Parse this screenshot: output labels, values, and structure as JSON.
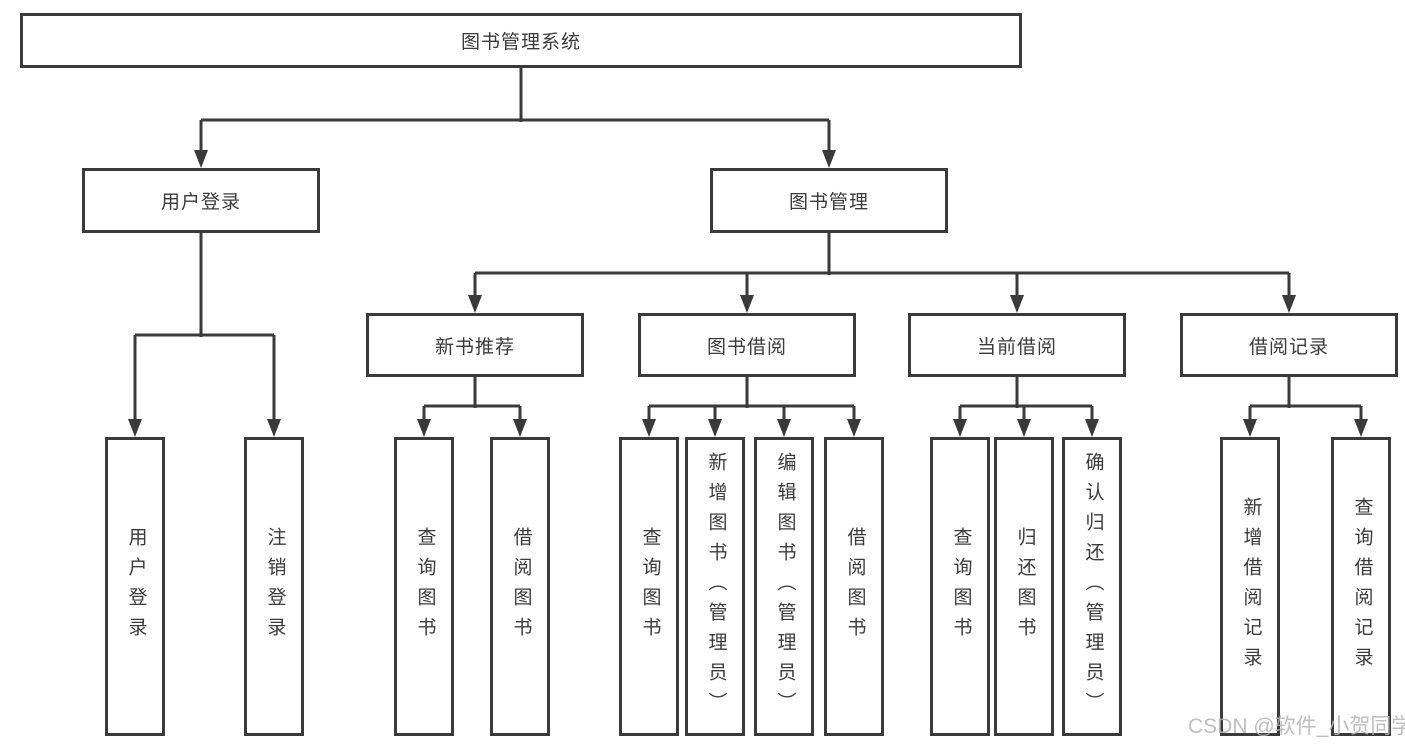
{
  "colors": {
    "line": "#3a3a3a",
    "box_border": "#3a3a3a",
    "box_background": "#ffffff",
    "text": "#3b3b3b",
    "watermark": "#b3b3b3",
    "page_background": "#ffffff"
  },
  "watermark": {
    "text": "CSDN @软件_小贺同学"
  },
  "tree": {
    "root": {
      "label": "图书管理系统"
    },
    "branches": [
      {
        "label": "用户登录",
        "children": [
          {
            "label": "用户登录"
          },
          {
            "label": "注销登录"
          }
        ]
      },
      {
        "label": "图书管理",
        "children": [
          {
            "label": "新书推荐",
            "children": [
              {
                "label": "查询图书"
              },
              {
                "label": "借阅图书"
              }
            ]
          },
          {
            "label": "图书借阅",
            "children": [
              {
                "label": "查询图书"
              },
              {
                "label": "新增图书（管理员）"
              },
              {
                "label": "编辑图书（管理员）"
              },
              {
                "label": "借阅图书"
              }
            ]
          },
          {
            "label": "当前借阅",
            "children": [
              {
                "label": "查询图书"
              },
              {
                "label": "归还图书"
              },
              {
                "label": "确认归还（管理员）"
              }
            ]
          },
          {
            "label": "借阅记录",
            "children": [
              {
                "label": "新增借阅记录"
              },
              {
                "label": "查询借阅记录"
              }
            ]
          }
        ]
      }
    ]
  }
}
